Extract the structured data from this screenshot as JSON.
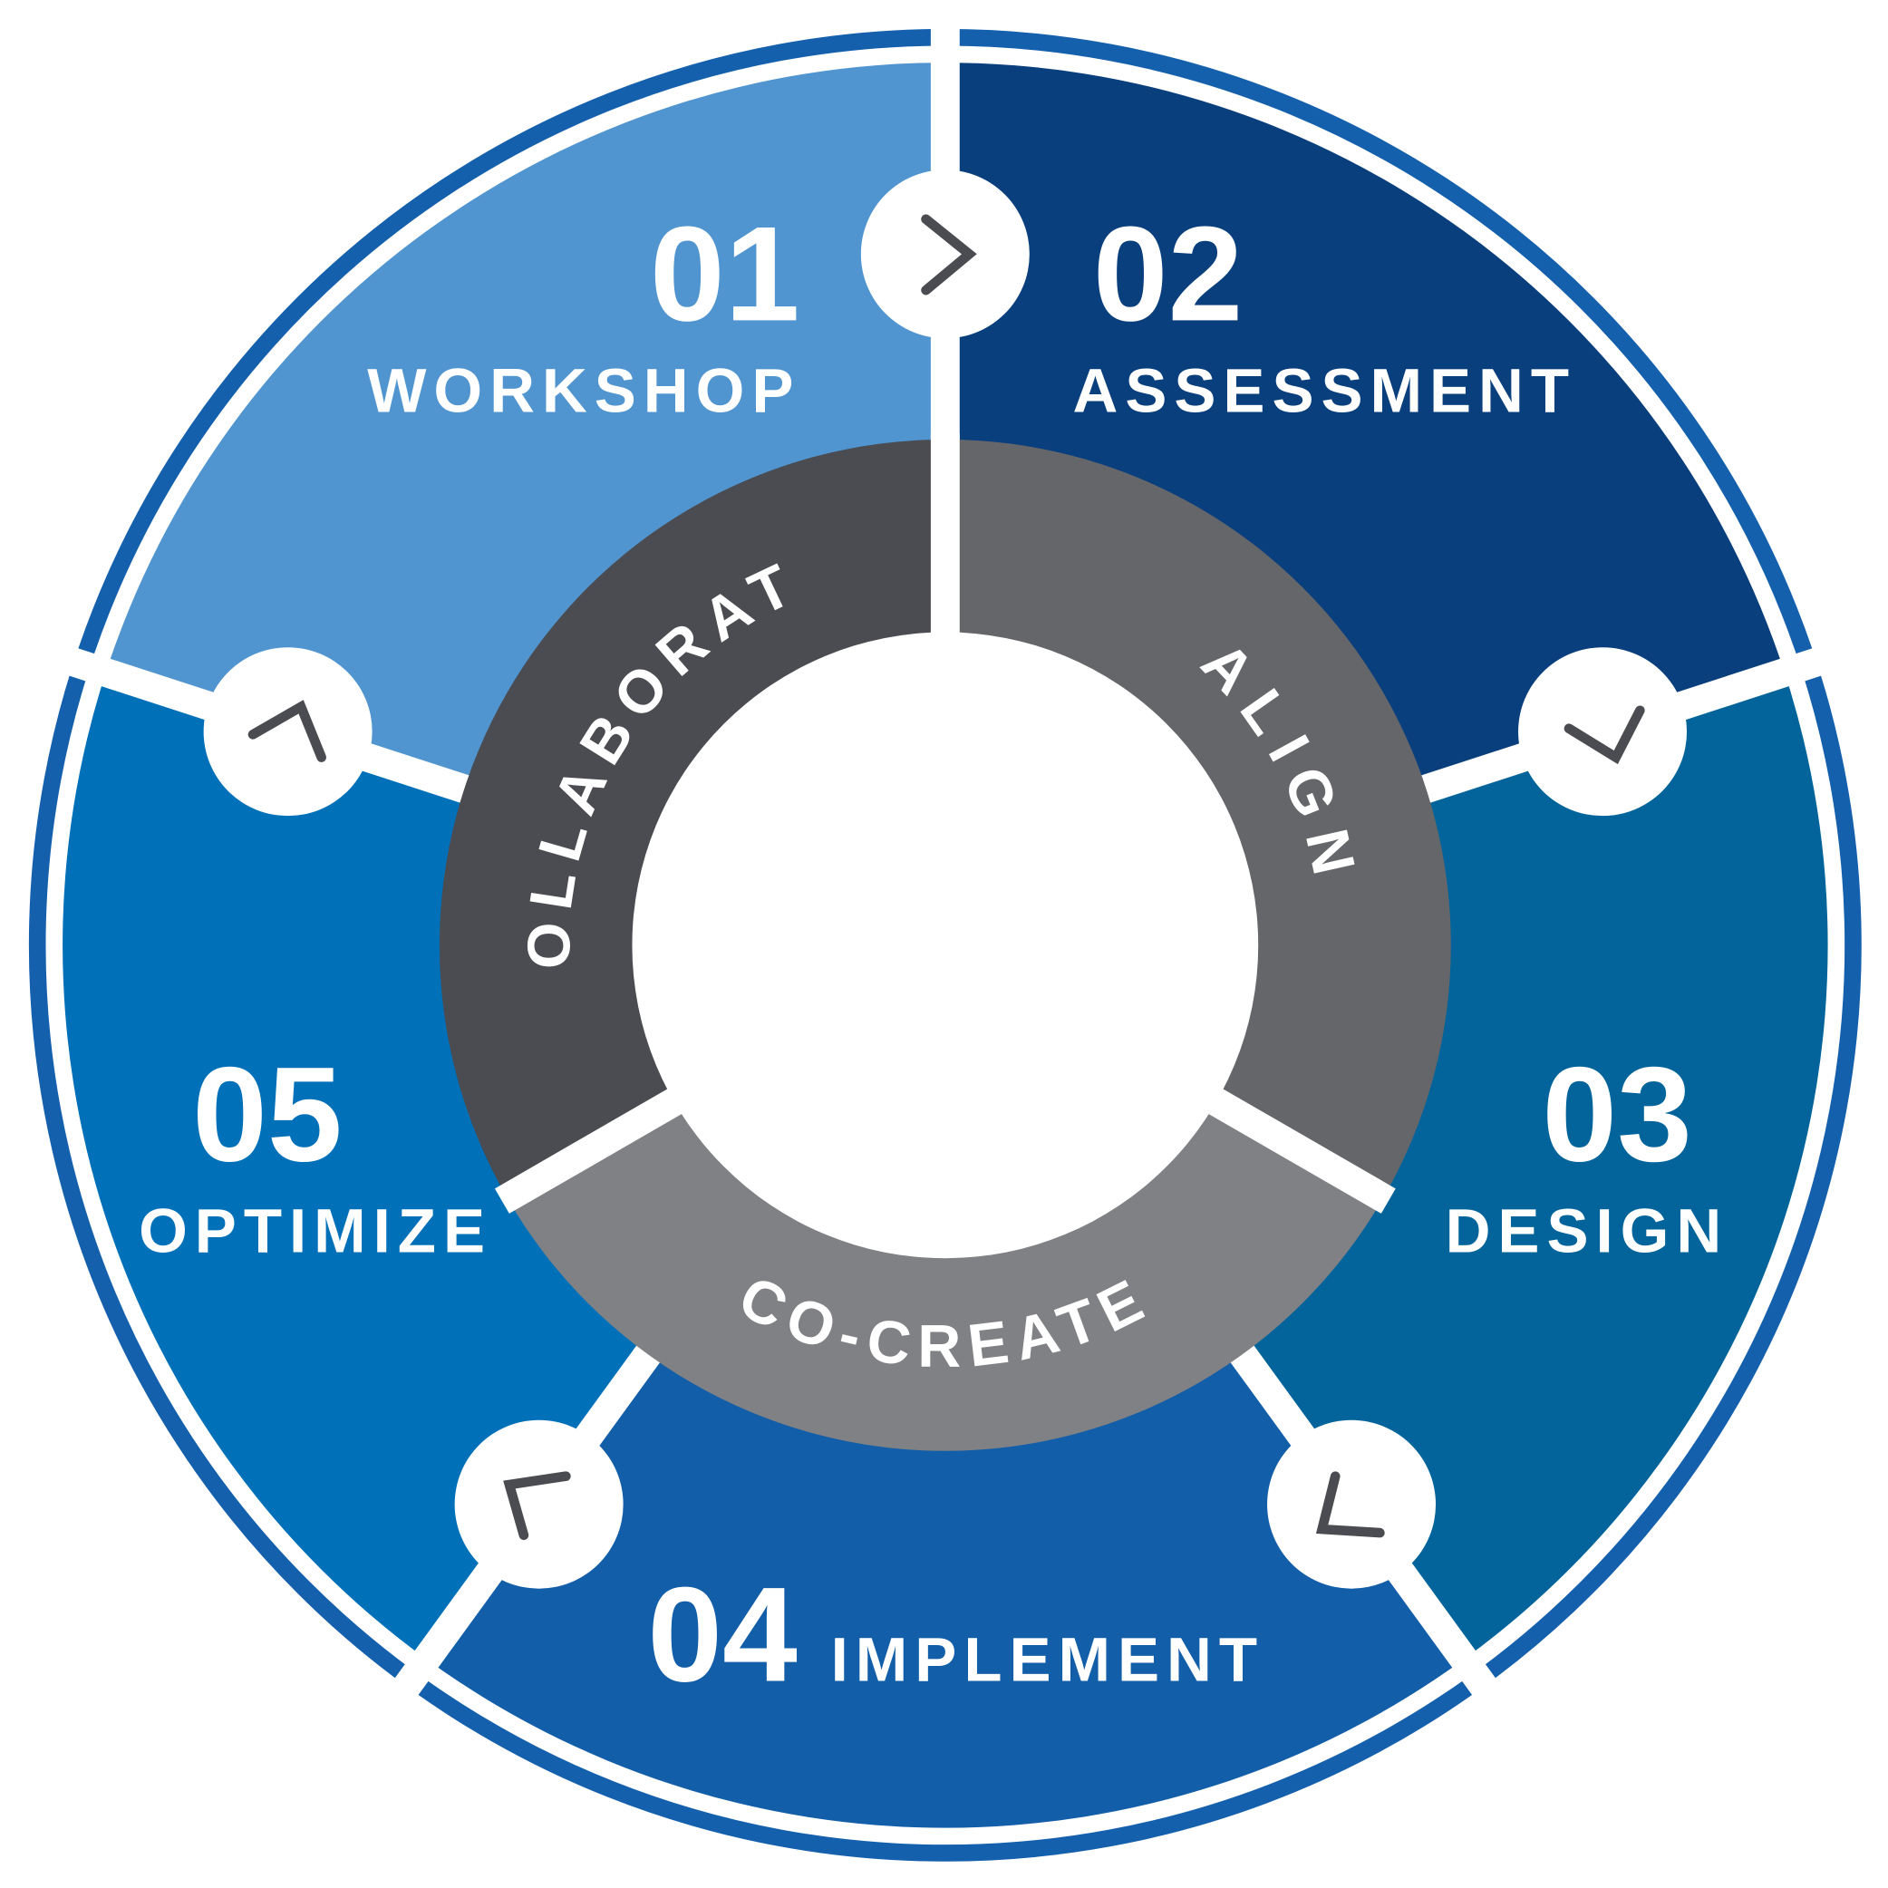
{
  "diagram": {
    "outer_ring_color": "#1460ad",
    "icon_color": "#4a4c51",
    "icon": "chevron-clock-hand-icon",
    "phases": [
      {
        "number": "01",
        "label": "WORKSHOP",
        "color": "#0a3f7e"
      },
      {
        "number": "02",
        "label": "ASSESSMENT",
        "color": "#02649a"
      },
      {
        "number": "03",
        "label": "DESIGN",
        "color": "#125ea9"
      },
      {
        "number": "04",
        "label": "IMPLEMENT",
        "color": "#0070b9"
      },
      {
        "number": "05",
        "label": "OPTIMIZE",
        "color": "#5095d0"
      }
    ],
    "inner_ring": [
      {
        "label": "COLLABORATE",
        "color": "#4a4c51"
      },
      {
        "label": "ALIGN",
        "color": "#65666a"
      },
      {
        "label": "CO-CREATE",
        "color": "#808184"
      }
    ]
  }
}
